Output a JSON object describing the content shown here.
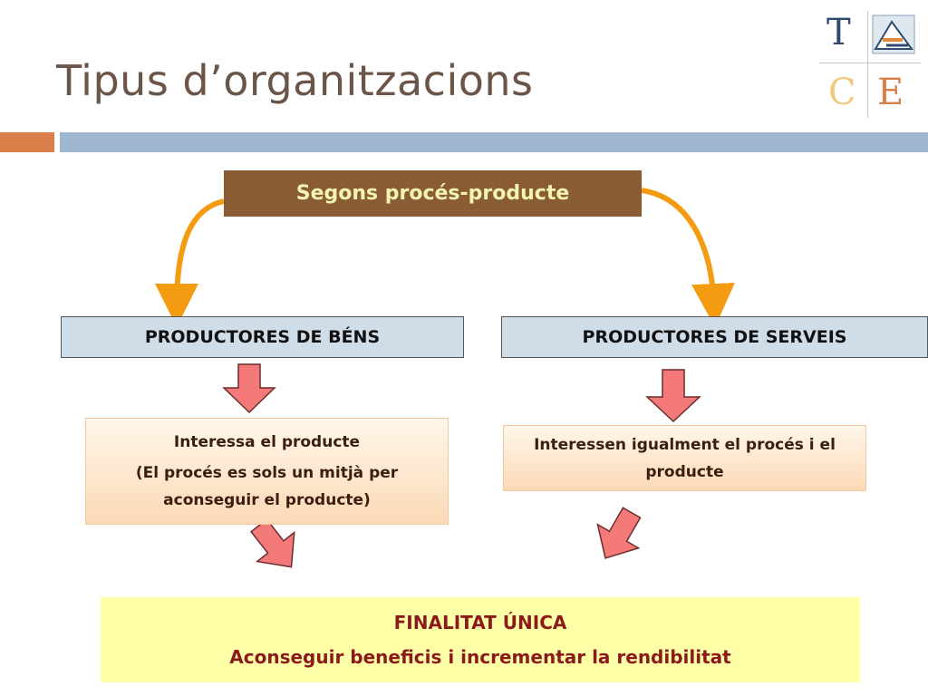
{
  "slide": {
    "title": "Tipus d’organitzacions"
  },
  "logo": {
    "letters": [
      "T",
      "C",
      "E"
    ]
  },
  "diagram": {
    "top": "Segons procés-producte",
    "left": {
      "heading": "PRODUCTORES DE BÉNS",
      "line1": "Interessa el producte",
      "line2": "(El procés es sols un mitjà per aconseguir el producte)"
    },
    "right": {
      "heading": "PRODUCTORES DE SERVEIS",
      "line1": "Interessen igualment el  procés i el producte"
    },
    "bottom": {
      "heading": "FINALITAT ÚNICA",
      "text": "Aconseguir beneficis i incrementar la rendibilitat"
    }
  },
  "colors": {
    "orange_arrow": "#f39c12",
    "red_arrow": "#f47a7a"
  }
}
